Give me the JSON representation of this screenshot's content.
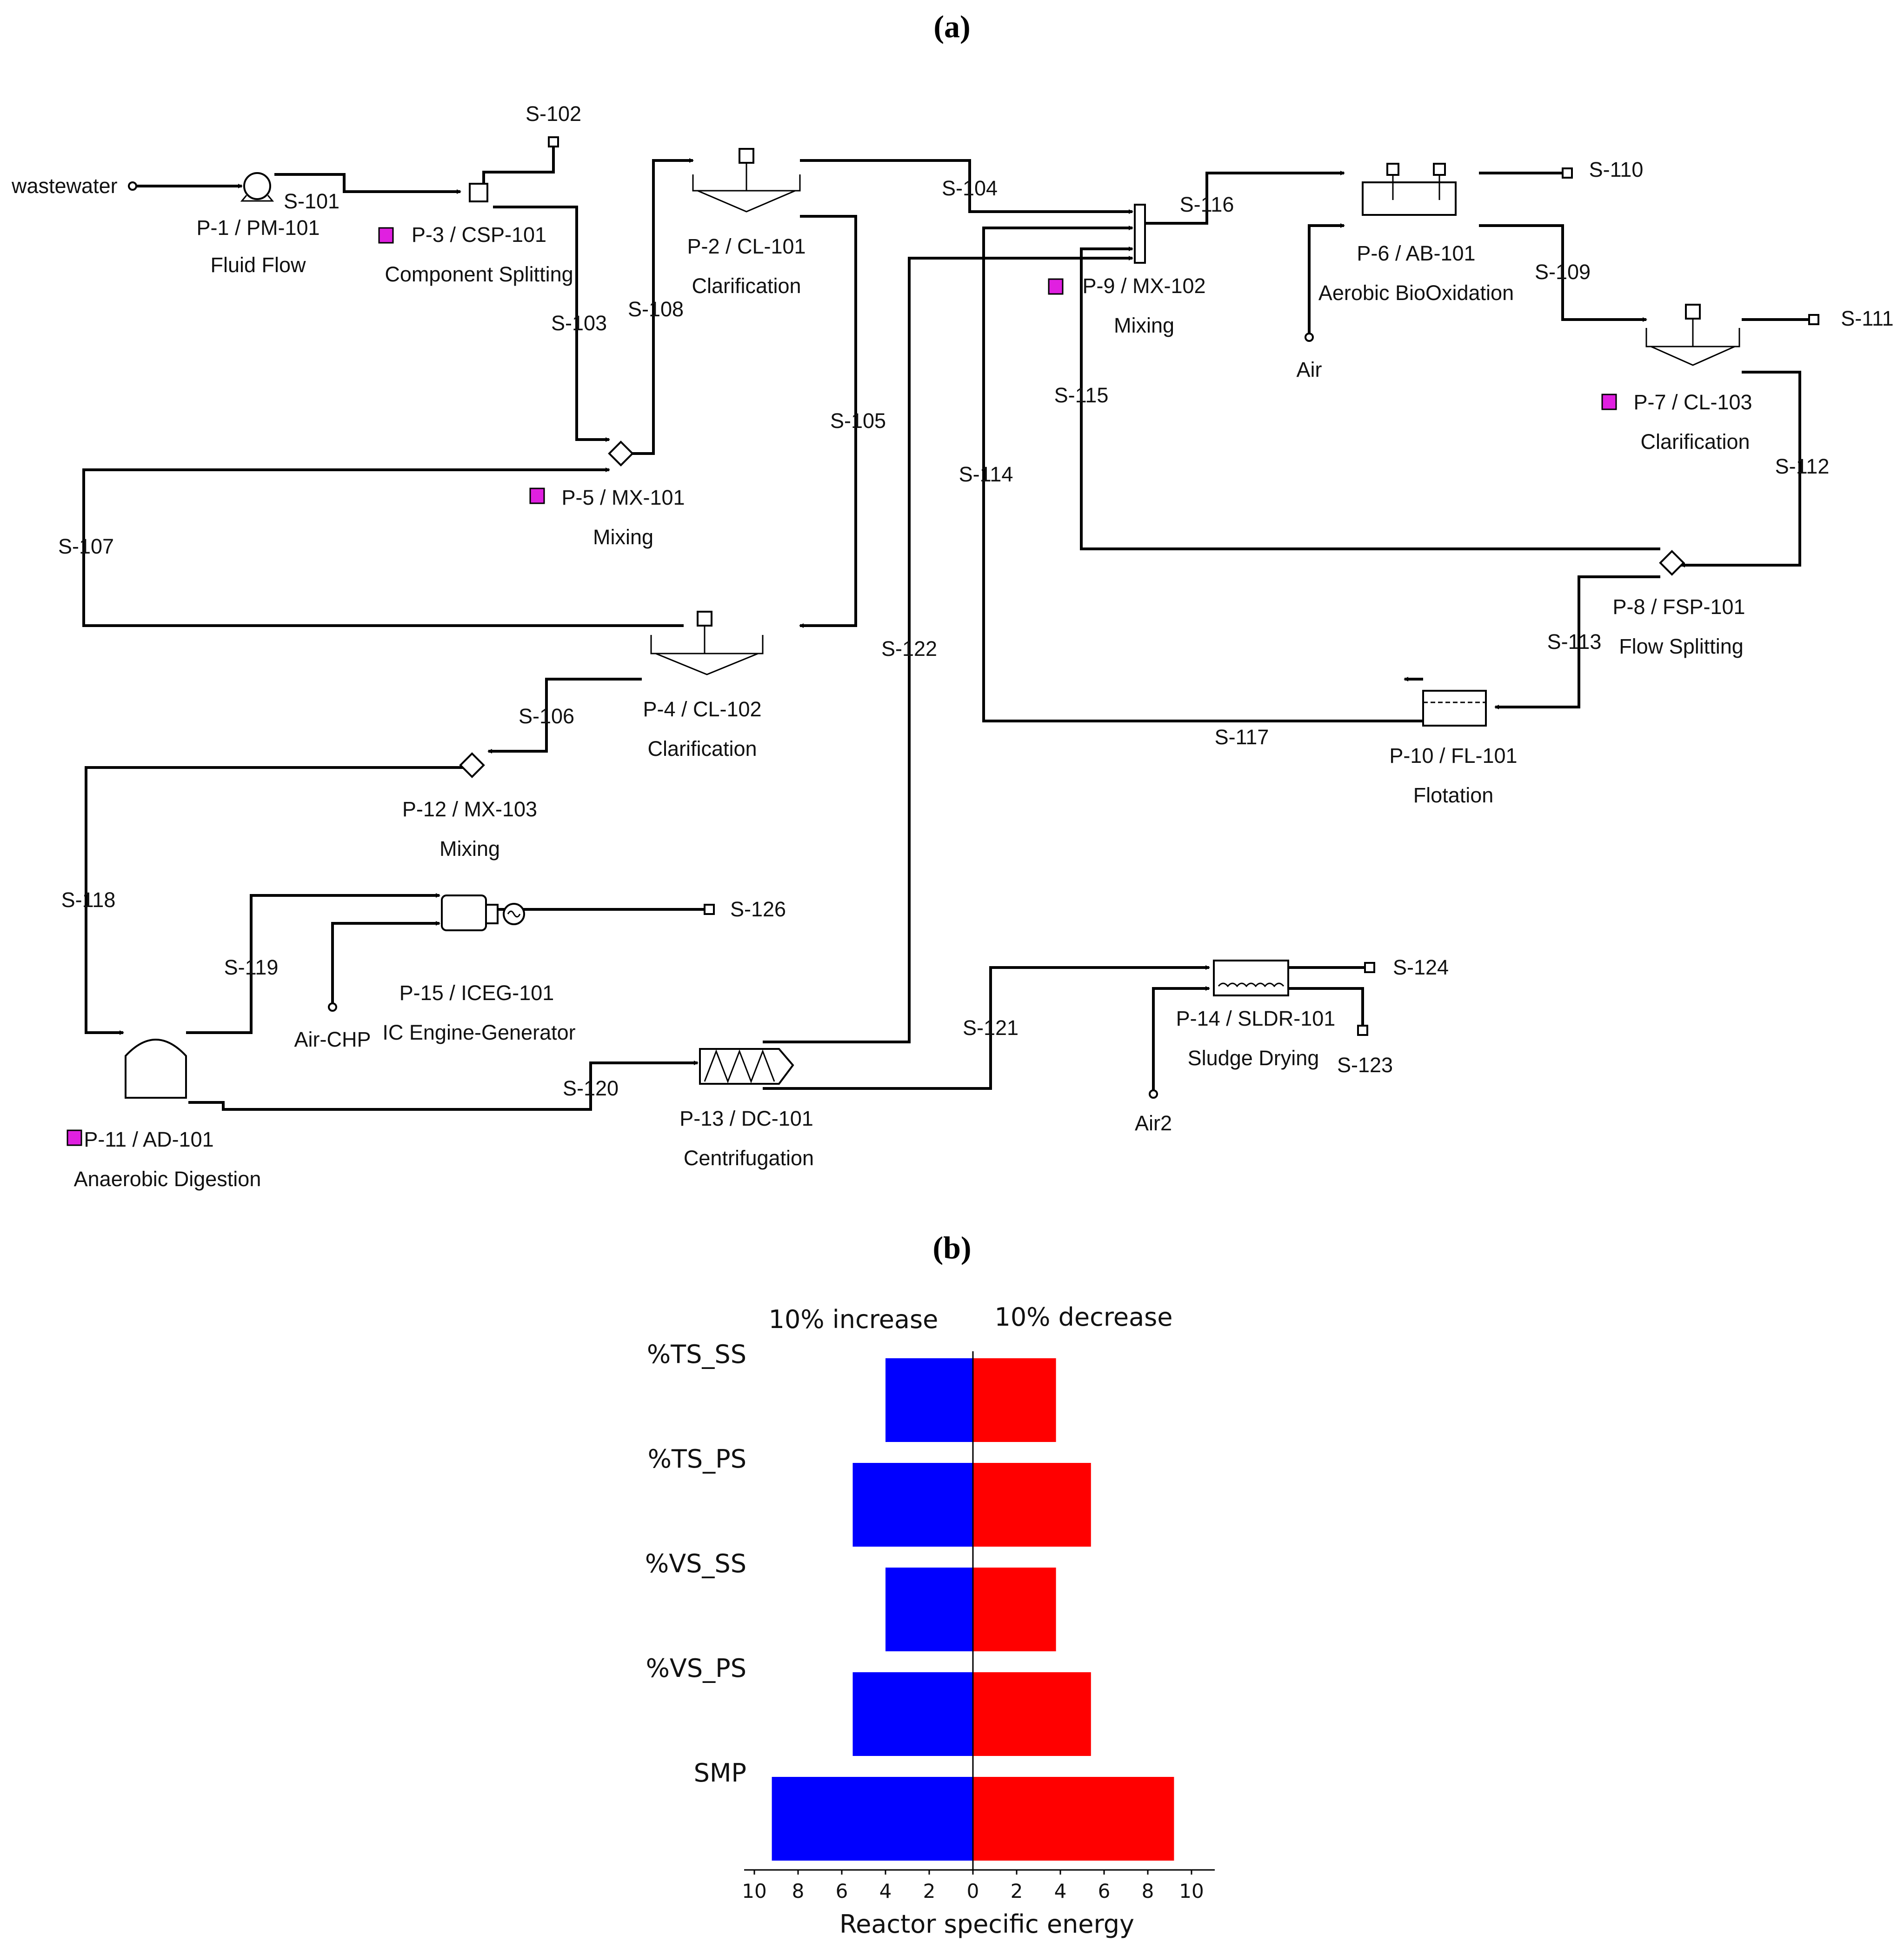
{
  "panel_a": {
    "label": "(a)",
    "inputs": {
      "wastewater": "wastewater",
      "air": "Air",
      "air_chp": "Air-CHP",
      "air2": "Air2"
    },
    "units": [
      {
        "id": "pm101",
        "name": "P-1 / PM-101",
        "desc": "Fluid Flow"
      },
      {
        "id": "cl101",
        "name": "P-2 / CL-101",
        "desc": "Clarification"
      },
      {
        "id": "csp101",
        "name": "P-3 / CSP-101",
        "desc": "Component Splitting"
      },
      {
        "id": "cl102",
        "name": "P-4 / CL-102",
        "desc": "Clarification"
      },
      {
        "id": "mx101",
        "name": "P-5 / MX-101",
        "desc": "Mixing"
      },
      {
        "id": "ab101",
        "name": "P-6 / AB-101",
        "desc": "Aerobic BioOxidation"
      },
      {
        "id": "cl103",
        "name": "P-7 / CL-103",
        "desc": "Clarification"
      },
      {
        "id": "fsp101",
        "name": "P-8 / FSP-101",
        "desc": "Flow Splitting"
      },
      {
        "id": "mx102",
        "name": "P-9 / MX-102",
        "desc": "Mixing"
      },
      {
        "id": "fl101",
        "name": "P-10 / FL-101",
        "desc": "Flotation"
      },
      {
        "id": "ad101",
        "name": "P-11 / AD-101",
        "desc": "Anaerobic Digestion"
      },
      {
        "id": "mx103",
        "name": "P-12 / MX-103",
        "desc": "Mixing"
      },
      {
        "id": "dc101",
        "name": "P-13 / DC-101",
        "desc": "Centrifugation"
      },
      {
        "id": "sldr101",
        "name": "P-14 / SLDR-101",
        "desc": "Sludge Drying"
      },
      {
        "id": "iceg101",
        "name": "P-15 / ICEG-101",
        "desc": "IC Engine-Generator"
      }
    ],
    "streams": [
      "S-101",
      "S-102",
      "S-103",
      "S-104",
      "S-105",
      "S-106",
      "S-107",
      "S-108",
      "S-109",
      "S-110",
      "S-111",
      "S-112",
      "S-113",
      "S-114",
      "S-115",
      "S-116",
      "S-117",
      "S-118",
      "S-119",
      "S-120",
      "S-121",
      "S-122",
      "S-123",
      "S-124",
      "S-126"
    ]
  },
  "panel_b": {
    "label": "(b)",
    "increase_label": "10% increase",
    "decrease_label": "10% decrease",
    "colors": {
      "increase": "#0000ff",
      "decrease": "#ff0000"
    }
  },
  "chart_data": {
    "type": "bar",
    "orientation": "horizontal",
    "title": "",
    "xlabel": "Reactor specific energy",
    "ylabel": "",
    "xlim": [
      -10,
      10
    ],
    "x_ticks": [
      "10",
      "8",
      "6",
      "4",
      "2",
      "0",
      "2",
      "4",
      "6",
      "8",
      "10"
    ],
    "x_tick_values": [
      -10,
      -8,
      -6,
      -4,
      -2,
      0,
      2,
      4,
      6,
      8,
      10
    ],
    "categories": [
      "%TS_SS",
      "%TS_PS",
      "%VS_SS",
      "%VS_PS",
      "SMP"
    ],
    "series": [
      {
        "name": "10% increase",
        "values": [
          4,
          5.5,
          4,
          5.5,
          9.2
        ],
        "color": "#0000ff"
      },
      {
        "name": "10% decrease",
        "values": [
          3.8,
          5.4,
          3.8,
          5.4,
          9.2
        ],
        "color": "#ff0000"
      }
    ]
  }
}
